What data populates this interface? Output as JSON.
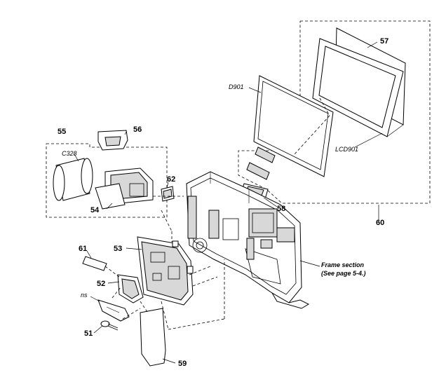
{
  "labels": {
    "p51": "51",
    "p52": "52",
    "p53": "53",
    "p54": "54",
    "p55": "55",
    "p56": "56",
    "p57": "57",
    "p58": "58",
    "p59": "59",
    "p60": "60",
    "p61": "61",
    "p62": "62",
    "ns": "ns",
    "c328": "C328",
    "d901": "D901",
    "lcd901": "LCD901",
    "frame_line1": "Frame section",
    "frame_line2": "(See page 5-4.)"
  }
}
